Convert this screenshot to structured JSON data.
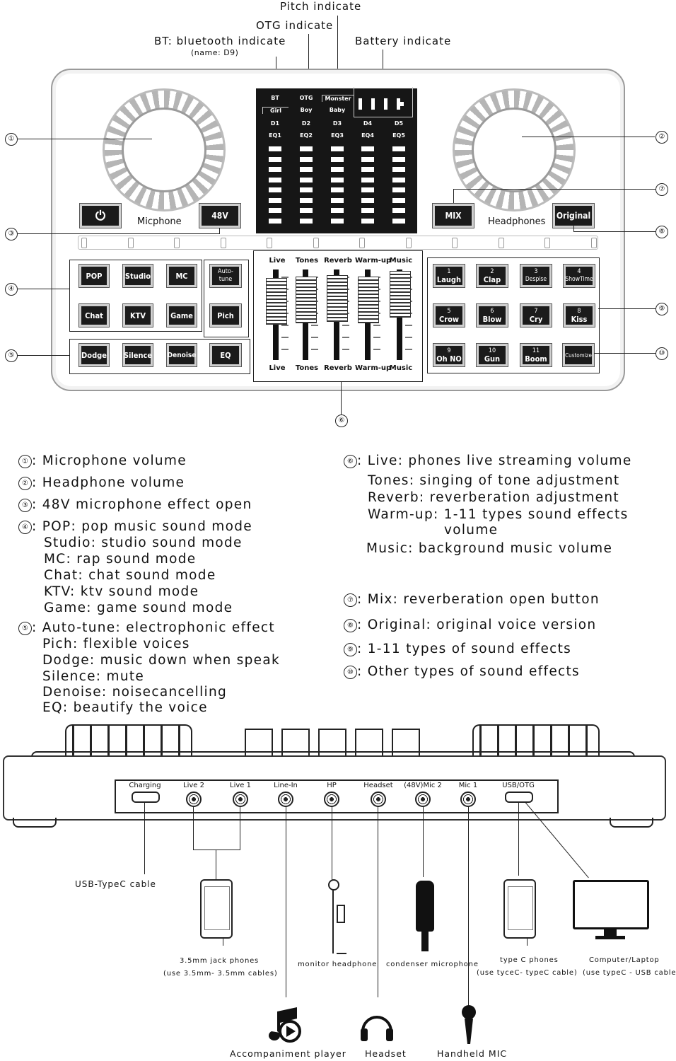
{
  "callouts": {
    "pitch": "Pitch indicate",
    "otg": "OTG indicate",
    "bt": "BT: bluetooth indicate",
    "bt_name": "(name: D9)",
    "battery": "Battery indicate"
  },
  "numbers": [
    "①",
    "②",
    "③",
    "④",
    "⑤",
    "⑥",
    "⑦",
    "⑧",
    "⑨",
    "⑩"
  ],
  "device": {
    "mic_label": "Micphone",
    "headphones_label": "Headphones",
    "power_icon": "power-icon",
    "btn_48v": "48V",
    "btn_mix": "MIX",
    "btn_original": "Original",
    "display": {
      "row1": [
        "BT",
        "OTG",
        "Monster"
      ],
      "row2": [
        "Girl",
        "Boy",
        "Baby"
      ],
      "row3": [
        "D1",
        "D2",
        "D3",
        "D4",
        "D5"
      ],
      "row4": [
        "EQ1",
        "EQ2",
        "EQ3",
        "EQ4",
        "EQ5"
      ]
    },
    "mode_buttons": [
      "POP",
      "Studio",
      "MC",
      "Chat",
      "KTV",
      "Game"
    ],
    "autotune": "Auto-tune",
    "pich": "Pich",
    "bottom_buttons": [
      "Dodge",
      "Silence",
      "Denoise",
      "EQ"
    ],
    "faders": [
      "Live",
      "Tones",
      "Reverb",
      "Warm-up",
      "Music"
    ],
    "effects": [
      {
        "n": "1",
        "name": "Laugh"
      },
      {
        "n": "2",
        "name": "Clap"
      },
      {
        "n": "3",
        "name": "Despise"
      },
      {
        "n": "4",
        "name": "ShowTime"
      },
      {
        "n": "5",
        "name": "Crow"
      },
      {
        "n": "6",
        "name": "Blow"
      },
      {
        "n": "7",
        "name": "Cry"
      },
      {
        "n": "8",
        "name": "Kiss"
      },
      {
        "n": "9",
        "name": "Oh NO"
      },
      {
        "n": "10",
        "name": "Gun"
      },
      {
        "n": "11",
        "name": "Boom"
      }
    ],
    "customize": "Customize"
  },
  "legend_left": [
    {
      "num": "①",
      "text": ": Microphone volume"
    },
    {
      "num": "②",
      "text": ": Headphone volume"
    },
    {
      "num": "③",
      "text": ": 48V microphone effect open"
    },
    {
      "num": "④",
      "text": ": POP: pop music sound mode"
    },
    {
      "text": "Studio: studio sound mode"
    },
    {
      "text": "MC: rap sound mode"
    },
    {
      "text": "Chat: chat sound mode"
    },
    {
      "text": "KTV: ktv sound mode"
    },
    {
      "text": "Game: game sound mode"
    },
    {
      "num": "⑤",
      "text": ": Auto-tune: electrophonic effect"
    },
    {
      "text": "Pich: flexible voices"
    },
    {
      "text": "Dodge: music down when speak"
    },
    {
      "text": "Silence: mute"
    },
    {
      "text": "Denoise: noisecancelling"
    },
    {
      "text": "EQ: beautify the voice"
    }
  ],
  "legend_right": [
    {
      "num": "⑥",
      "text": ": Live: phones live streaming volume"
    },
    {
      "text": "Tones: singing of tone adjustment"
    },
    {
      "text": "Reverb: reverberation adjustment"
    },
    {
      "text": "Warm-up: 1-11 types sound effects"
    },
    {
      "text": "volume"
    },
    {
      "text": "Music: background music volume"
    },
    {
      "num": "⑦",
      "text": ": Mix: reverberation open button"
    },
    {
      "num": "⑧",
      "text": ": Original: original voice version"
    },
    {
      "num": "⑨",
      "text": ": 1-11 types of sound effects"
    },
    {
      "num": "⑩",
      "text": ": Other types of sound effects"
    }
  ],
  "ports": [
    "Charging",
    "Live 2",
    "Live 1",
    "Line-In",
    "HP",
    "Headset",
    "(48V)Mic 2",
    "Mic 1",
    "USB/OTG"
  ],
  "connections": {
    "usb_cable": "USB-TypeC cable",
    "jack_phones": "3.5mm jack phones",
    "jack_phones_note": "(use 3.5mm- 3.5mm cables)",
    "monitor": "monitor headphone",
    "condenser": "condenser microphone",
    "typec_phones": "type C phones",
    "typec_note": "(use tyceC- typeC cable)",
    "computer": "Computer/Laptop",
    "computer_note": "(use typeC - USB cable)"
  },
  "bottom_icons": [
    "Accompaniment player",
    "Headset",
    "Handheld MIC"
  ]
}
